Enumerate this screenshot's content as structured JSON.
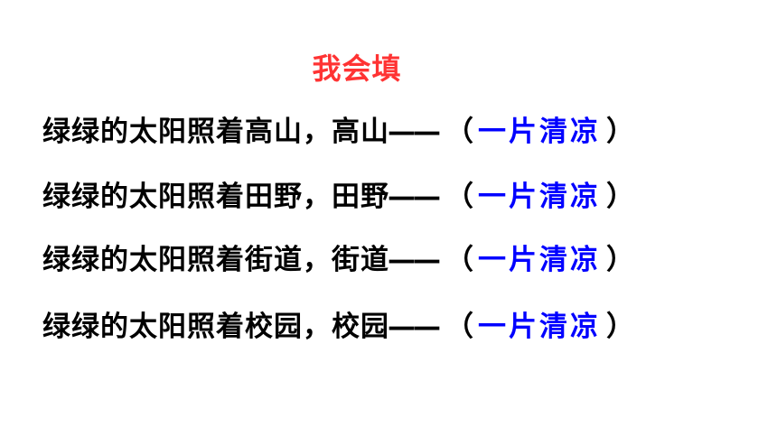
{
  "slide": {
    "title": "我会填",
    "title_color": "#ff3333",
    "answer_color": "#0000ff",
    "lines": [
      {
        "prefix": "绿绿的太阳照着高山，高山",
        "dash": "——",
        "paren_open": "（",
        "answer": "一片清凉",
        "paren_close": "）"
      },
      {
        "prefix": "绿绿的太阳照着田野，田野",
        "dash": "——",
        "paren_open": "（",
        "answer": "一片清凉",
        "paren_close": "）"
      },
      {
        "prefix": "绿绿的太阳照着街道，街道",
        "dash": "——",
        "paren_open": "（",
        "answer": "一片清凉",
        "paren_close": "）"
      },
      {
        "prefix": "绿绿的太阳照着校园，校园",
        "dash": "——",
        "paren_open": "（",
        "answer": "一片清凉",
        "paren_close": "）"
      }
    ]
  }
}
